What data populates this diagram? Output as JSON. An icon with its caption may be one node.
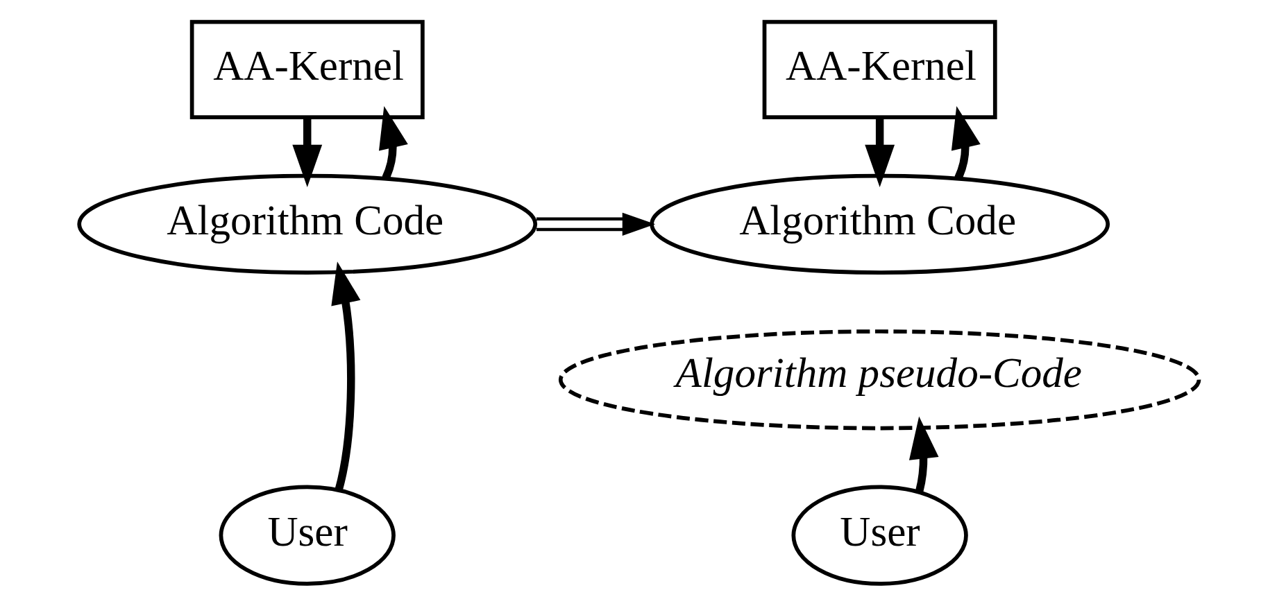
{
  "diagram": {
    "nodes": [
      {
        "text": [
          "AA-Kernel"
        ]
      },
      {
        "text": [
          "Algorithm Code"
        ]
      },
      {
        "text": [
          "User"
        ]
      },
      {
        "text": [
          "AA-Kernel"
        ]
      },
      {
        "text": [
          "Algorithm Code"
        ]
      },
      {
        "text": [
          "Algorithm pseudo-Code"
        ]
      },
      {
        "text": [
          "User"
        ]
      }
    ],
    "edges": [
      {
        "from": 0,
        "to": 1,
        "arrow": "to"
      },
      {
        "from": 1,
        "to": 0,
        "arrow": "to"
      },
      {
        "from": 2,
        "to": 1,
        "arrow": "to"
      },
      {
        "from": 1,
        "to": 4,
        "arrow": "to"
      },
      {
        "from": 3,
        "to": 4,
        "arrow": "to"
      },
      {
        "from": 4,
        "to": 3,
        "arrow": "to"
      },
      {
        "from": 6,
        "to": 5,
        "arrow": "to"
      }
    ]
  }
}
